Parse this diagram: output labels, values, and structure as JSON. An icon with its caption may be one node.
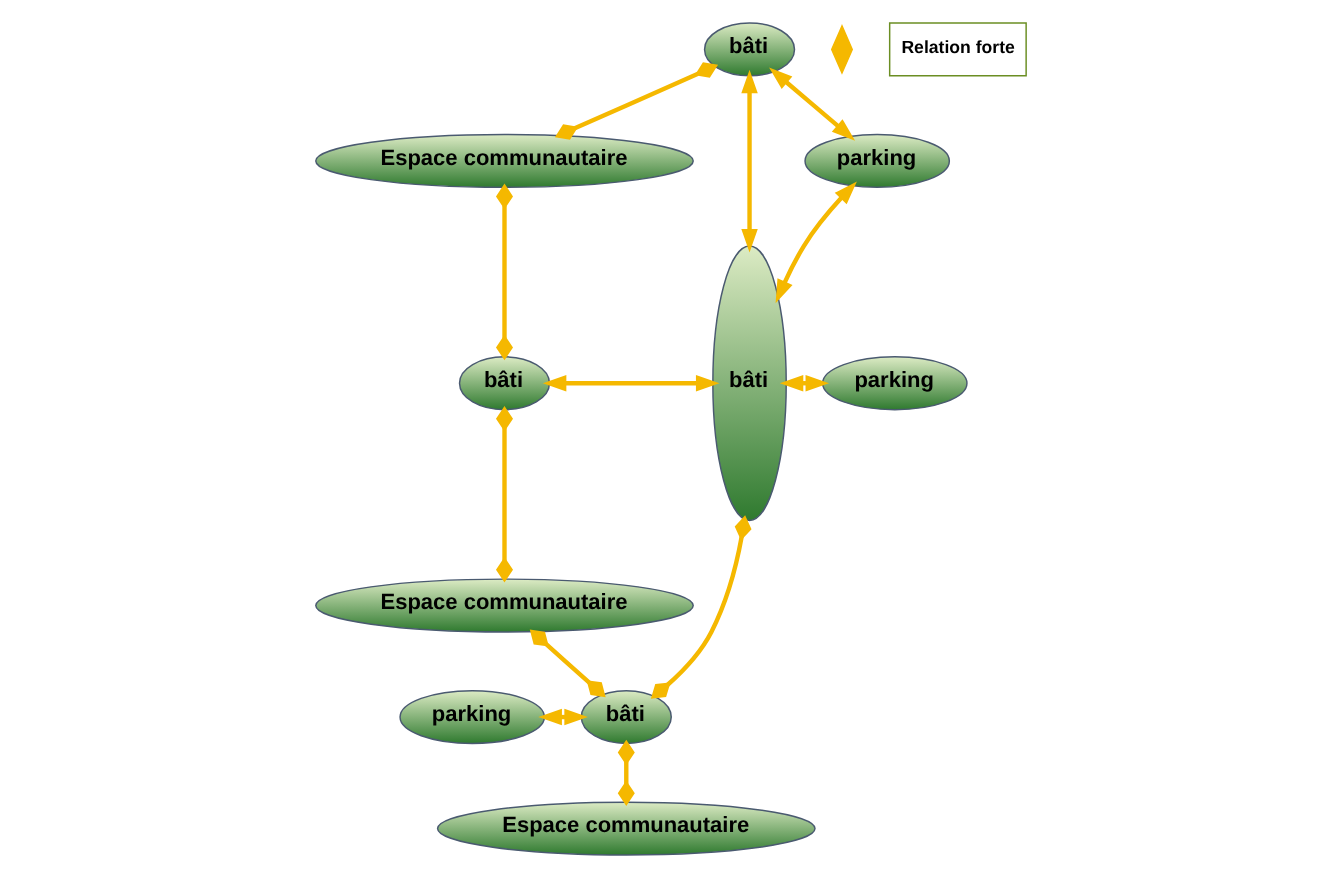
{
  "diagram": {
    "nodes": [
      {
        "text": [
          "bâti"
        ]
      },
      {
        "text": [
          "Espace communautaire"
        ]
      },
      {
        "text": [
          "bâti"
        ]
      },
      {
        "text": [
          "Espace communautaire"
        ]
      },
      {
        "text": [
          "parking"
        ]
      },
      {
        "text": [
          "bâti"
        ]
      },
      {
        "text": [
          "Espace communautaire"
        ]
      },
      {
        "text": [
          "bâti"
        ]
      },
      {
        "text": [
          "parking"
        ]
      },
      {
        "text": [
          "parking"
        ]
      }
    ],
    "edges": [
      {
        "from": 0,
        "to": 1,
        "arrow": "other"
      },
      {
        "from": 1,
        "to": 2,
        "arrow": "other"
      },
      {
        "from": 2,
        "to": 3,
        "arrow": "other"
      },
      {
        "from": 3,
        "to": 5,
        "arrow": "other"
      },
      {
        "from": 5,
        "to": 6,
        "arrow": "other"
      },
      {
        "from": 5,
        "to": 7,
        "arrow": "other"
      },
      {
        "from": 2,
        "to": 7,
        "arrow": "both"
      },
      {
        "from": 0,
        "to": 7,
        "arrow": "both"
      },
      {
        "from": 0,
        "to": 8,
        "arrow": "both"
      },
      {
        "from": 7,
        "to": 8,
        "arrow": "both"
      },
      {
        "from": 7,
        "to": 9,
        "arrow": "both"
      },
      {
        "from": 4,
        "to": 5,
        "arrow": "both"
      }
    ],
    "legend": [
      {
        "text": "Relation forte"
      }
    ]
  }
}
